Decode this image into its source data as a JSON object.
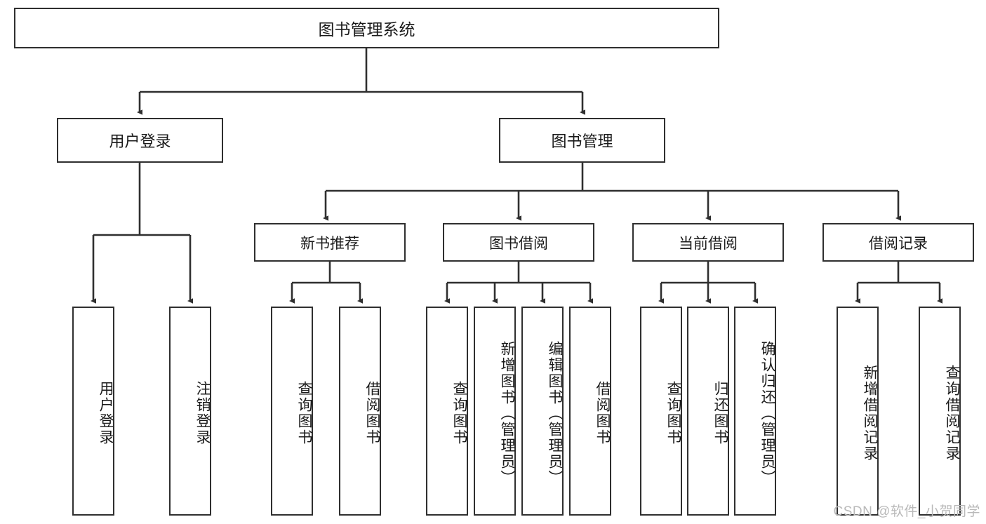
{
  "diagram": {
    "title": "图书管理系统",
    "type": "tree",
    "root": {
      "label": "图书管理系统"
    },
    "level2": [
      {
        "label": "用户登录"
      },
      {
        "label": "图书管理"
      }
    ],
    "level3": [
      {
        "label": "新书推荐"
      },
      {
        "label": "图书借阅"
      },
      {
        "label": "当前借阅"
      },
      {
        "label": "借阅记录"
      }
    ],
    "leaves": {
      "user_login": [
        {
          "label": "用户登录"
        },
        {
          "label": "注销登录"
        }
      ],
      "new_book_recommend": [
        {
          "label": "查询图书"
        },
        {
          "label": "借阅图书"
        }
      ],
      "book_borrow": [
        {
          "label": "查询图书"
        },
        {
          "label": "新增图书（管理员）"
        },
        {
          "label": "编辑图书（管理员）"
        },
        {
          "label": "借阅图书"
        }
      ],
      "current_borrow": [
        {
          "label": "查询图书"
        },
        {
          "label": "归还图书"
        },
        {
          "label": "确认归还（管理员）"
        }
      ],
      "borrow_record": [
        {
          "label": "新增借阅记录"
        },
        {
          "label": "查询借阅记录"
        }
      ]
    }
  },
  "watermark": {
    "text": "CSDN @软件_小贺同学"
  },
  "colors": {
    "border": "#2f2f2f",
    "text": "#1a1a1a",
    "background": "#ffffff",
    "watermark": "#b9b9b9"
  }
}
